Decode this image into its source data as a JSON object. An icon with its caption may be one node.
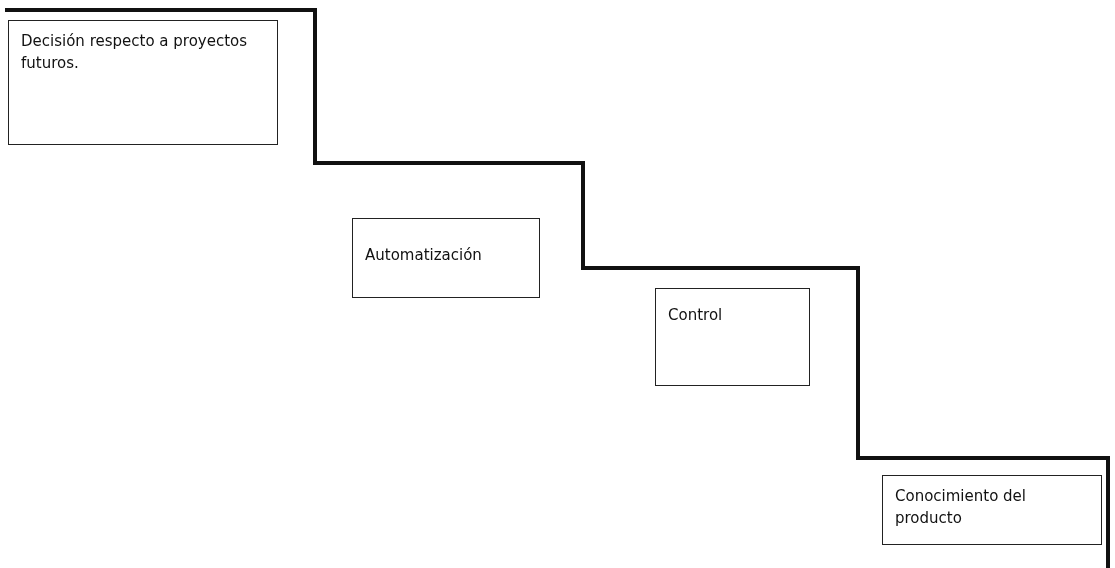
{
  "diagram": {
    "nodes": [
      {
        "text": [
          "Decisión respecto a proyectos futuros."
        ]
      },
      {
        "text": [
          "Automatización"
        ]
      },
      {
        "text": [
          "Control"
        ]
      },
      {
        "text": [
          "Conocimiento del producto"
        ]
      }
    ]
  }
}
